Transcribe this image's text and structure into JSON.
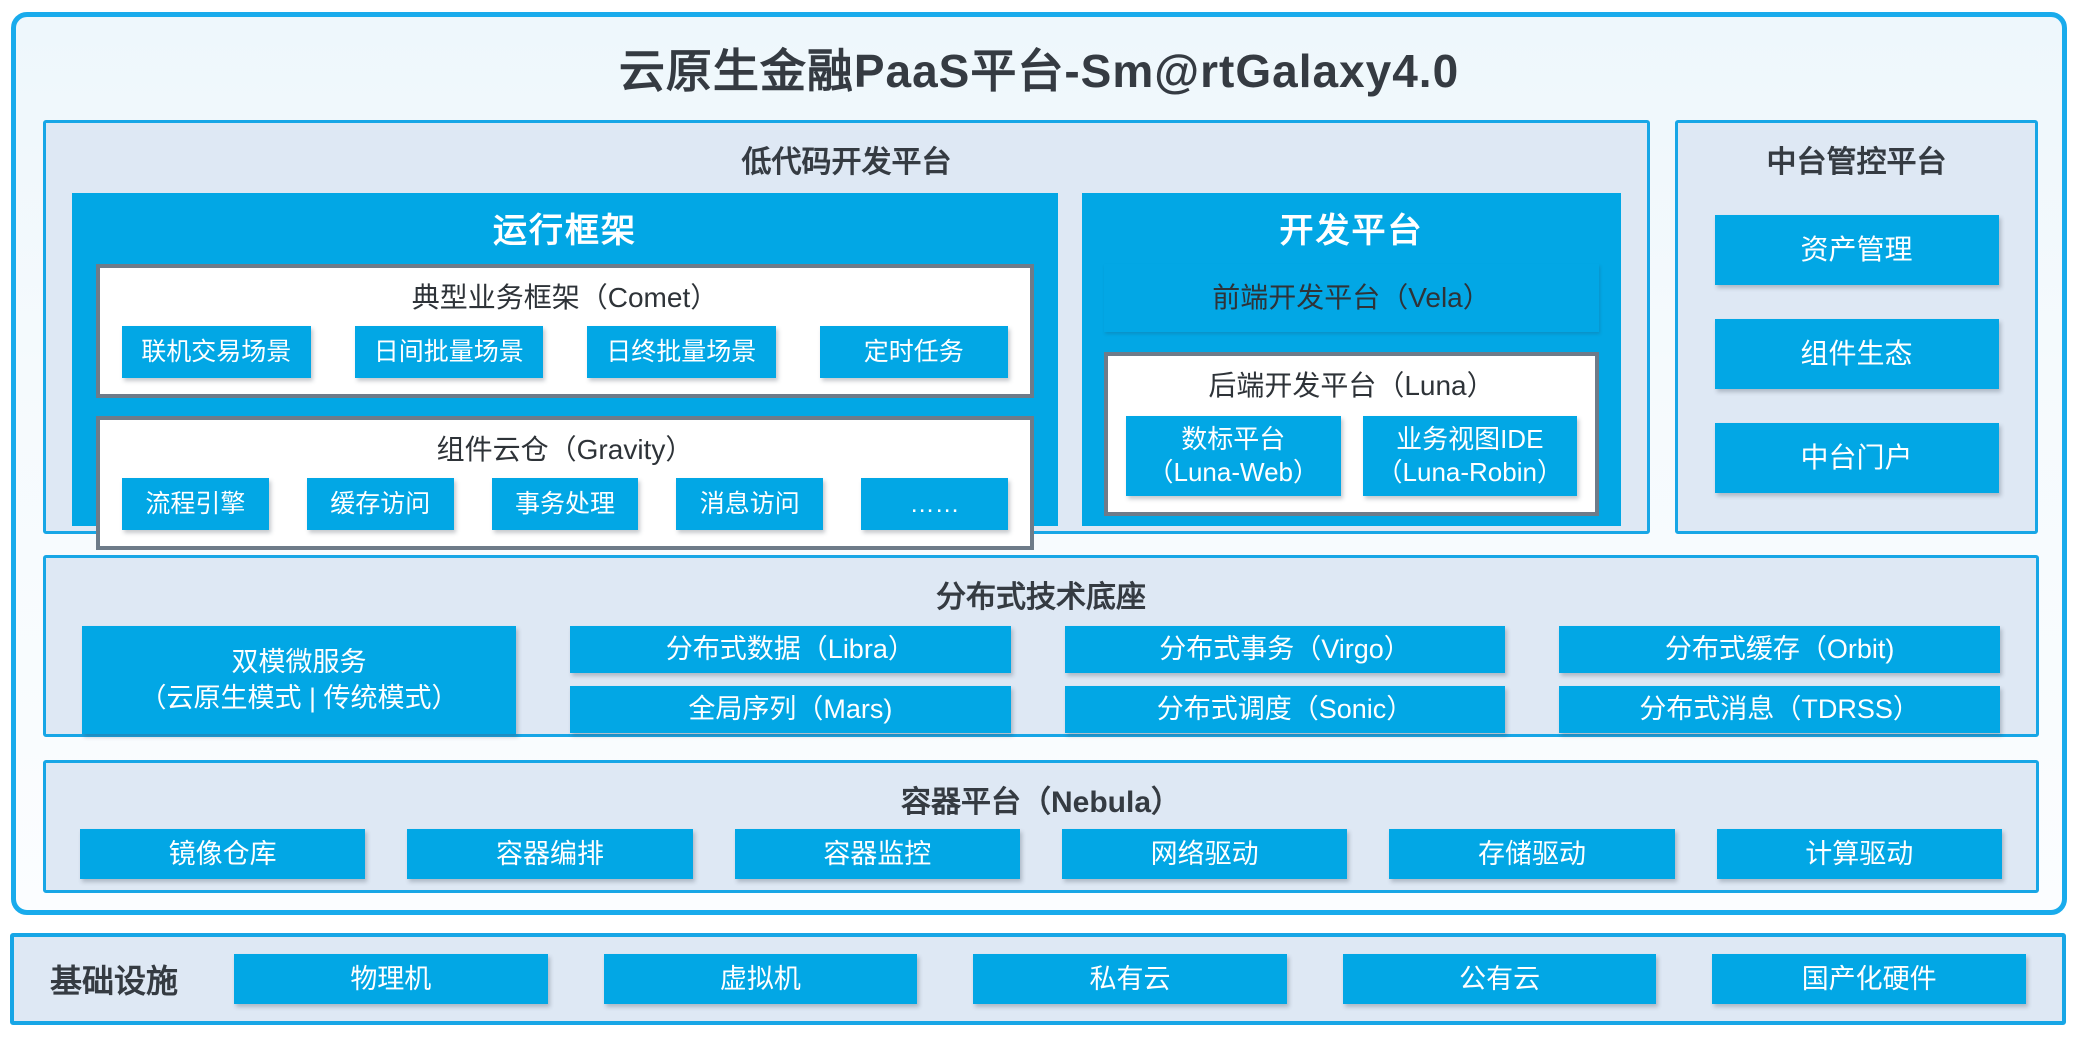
{
  "colors": {
    "accent_blue": "#02a7e5",
    "panel_bg": "#dee8f4",
    "panel_border": "#17a6e6",
    "outer_border": "#19abec",
    "box_border_gray": "#6e7b89",
    "text_dark": "#353b42",
    "page_bg": "#ffffff",
    "outer_bg": "#f5fafd"
  },
  "title": "云原生金融PaaS平台-Sm@rtGalaxy4.0",
  "low_code": {
    "title": "低代码开发平台",
    "runtime": {
      "title": "运行框架",
      "comet": {
        "title": "典型业务框架（Comet）",
        "items": [
          "联机交易场景",
          "日间批量场景",
          "日终批量场景",
          "定时任务"
        ]
      },
      "gravity": {
        "title": "组件云仓（Gravity）",
        "items": [
          "流程引擎",
          "缓存访问",
          "事务处理",
          "消息访问",
          "……"
        ]
      }
    },
    "dev": {
      "title": "开发平台",
      "vela": {
        "title": "前端开发平台（Vela）"
      },
      "luna": {
        "title": "后端开发平台（Luna）",
        "items": [
          {
            "line1": "数标平台",
            "line2": "（Luna-Web）"
          },
          {
            "line1": "业务视图IDE",
            "line2": "（Luna-Robin）"
          }
        ]
      }
    }
  },
  "mid_platform": {
    "title": "中台管控平台",
    "items": [
      "资产管理",
      "组件生态",
      "中台门户"
    ]
  },
  "distributed": {
    "title": "分布式技术底座",
    "dual_mode": {
      "line1": "双模微服务",
      "line2": "（云原生模式 | 传统模式）"
    },
    "items": [
      "分布式数据（Libra）",
      "分布式事务（Virgo）",
      "分布式缓存（Orbit)",
      "全局序列（Mars)",
      "分布式调度（Sonic）",
      "分布式消息（TDRSS）"
    ]
  },
  "container_platform": {
    "title": "容器平台（Nebula）",
    "items": [
      "镜像仓库",
      "容器编排",
      "容器监控",
      "网络驱动",
      "存储驱动",
      "计算驱动"
    ]
  },
  "infrastructure": {
    "title": "基础设施",
    "items": [
      "物理机",
      "虚拟机",
      "私有云",
      "公有云",
      "国产化硬件"
    ]
  }
}
